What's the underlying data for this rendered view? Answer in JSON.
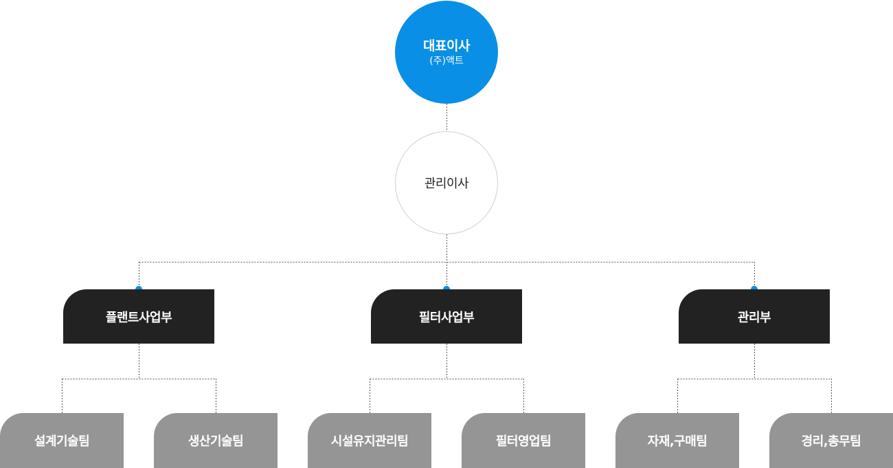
{
  "ceo": {
    "title": "대표이사",
    "company": "(주)액트"
  },
  "director": {
    "title": "관리이사"
  },
  "departments": [
    {
      "label": "플랜트사업부",
      "teams": [
        "설계기술팀",
        "생산기술팀"
      ]
    },
    {
      "label": "필터사업부",
      "teams": [
        "시설유지관리팀",
        "필터영업팀"
      ]
    },
    {
      "label": "관리부",
      "teams": [
        "자재,구매팀",
        "경리,총무팀"
      ]
    }
  ],
  "colors": {
    "ceo_fill": "#0a8fe6",
    "department_fill": "#222222",
    "team_fill": "#959595",
    "connector": "#555555",
    "connector_dot": "#0a8fe6"
  }
}
